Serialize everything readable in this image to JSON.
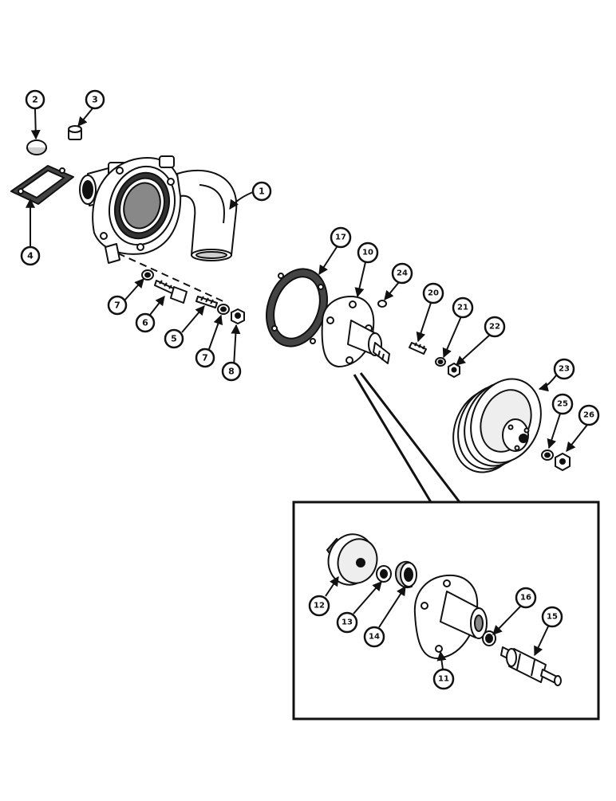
{
  "diagram": {
    "colors": {
      "ink": "#111111",
      "paper": "#ffffff",
      "shade": "#cfcfcf"
    },
    "callouts": [
      {
        "id": "c2",
        "label": "2"
      },
      {
        "id": "c3",
        "label": "3"
      },
      {
        "id": "c1",
        "label": "1"
      },
      {
        "id": "c4",
        "label": "4"
      },
      {
        "id": "c7a",
        "label": "7"
      },
      {
        "id": "c6",
        "label": "6"
      },
      {
        "id": "c5",
        "label": "5"
      },
      {
        "id": "c7b",
        "label": "7"
      },
      {
        "id": "c8",
        "label": "8"
      },
      {
        "id": "c17",
        "label": "17"
      },
      {
        "id": "c10",
        "label": "10"
      },
      {
        "id": "c24",
        "label": "24"
      },
      {
        "id": "c20",
        "label": "20"
      },
      {
        "id": "c21",
        "label": "21"
      },
      {
        "id": "c22",
        "label": "22"
      },
      {
        "id": "c23",
        "label": "23"
      },
      {
        "id": "c25",
        "label": "25"
      },
      {
        "id": "c26",
        "label": "26"
      },
      {
        "id": "c12",
        "label": "12"
      },
      {
        "id": "c13",
        "label": "13"
      },
      {
        "id": "c14",
        "label": "14"
      },
      {
        "id": "c16",
        "label": "16"
      },
      {
        "id": "c15",
        "label": "15"
      },
      {
        "id": "c11",
        "label": "11"
      }
    ]
  }
}
